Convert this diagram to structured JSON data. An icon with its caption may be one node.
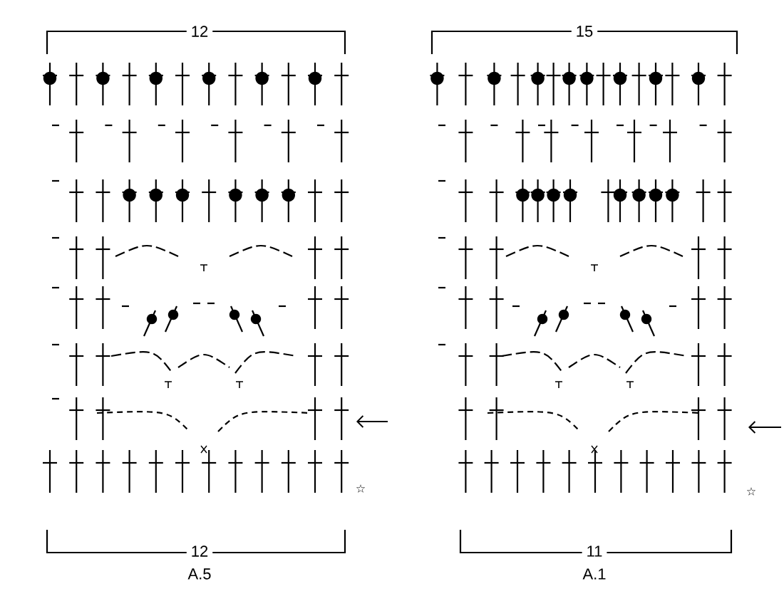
{
  "diagram": {
    "labels": [
      "12",
      "15",
      "☆",
      "☆",
      "12",
      "11",
      "A.5",
      "A.1"
    ]
  }
}
